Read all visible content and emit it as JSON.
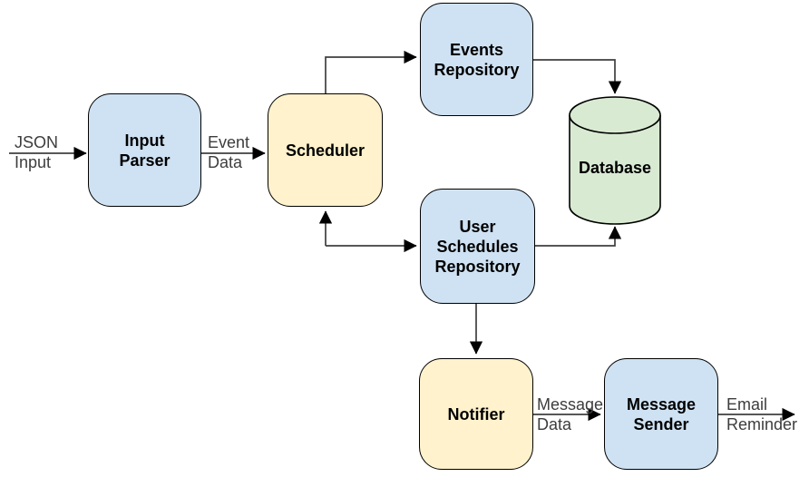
{
  "colors": {
    "node-blue": "#cfe2f3",
    "node-yellow": "#fff2cc",
    "node-green": "#d9ead3",
    "node-border": "#000000",
    "connector": "#3f3f3f",
    "edge-label": "#3d3d3d",
    "canvas-bg": "#ffffff"
  },
  "nodes": {
    "input_parser": {
      "line1": "Input",
      "line2": "Parser"
    },
    "scheduler": {
      "line1": "Scheduler"
    },
    "events_repository": {
      "line1": "Events",
      "line2": "Repository"
    },
    "database": {
      "line1": "Database"
    },
    "user_schedules_repository": {
      "line1": "User",
      "line2": "Schedules",
      "line3": "Repository"
    },
    "notifier": {
      "line1": "Notifier"
    },
    "message_sender": {
      "line1": "Message",
      "line2": "Sender"
    }
  },
  "edge_labels": {
    "json_input": {
      "line1": "JSON",
      "line2": "Input"
    },
    "event_data": {
      "line1": "Event",
      "line2": "Data"
    },
    "message_data": {
      "line1": "Message",
      "line2": "Data"
    },
    "email_reminder": {
      "line1": "Email",
      "line2": "Reminder"
    }
  }
}
